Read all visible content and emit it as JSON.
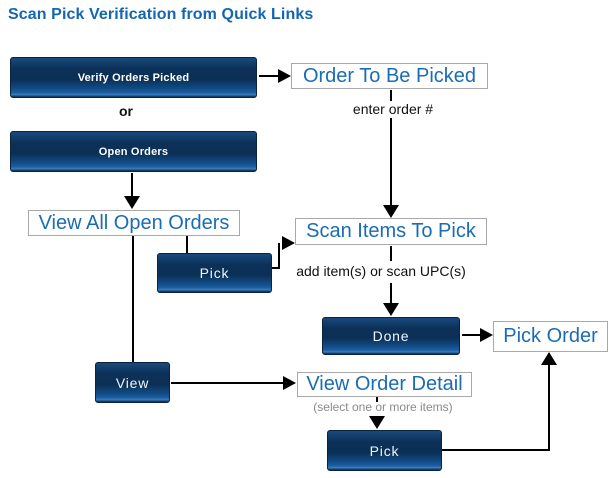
{
  "title": "Scan Pick Verification from Quick Links",
  "colors": {
    "title_blue": "#1566b1",
    "screen_text_blue": "#1a6cb5",
    "button_dark": "#0b2f55",
    "button_light": "#3c7cbd",
    "connector_black": "#000000",
    "note_gray": "#8a8a8a"
  },
  "nodes": {
    "verify_orders_picked": "Verify Orders Picked",
    "open_orders": "Open Orders",
    "pick_mid": "Pick",
    "done": "Done",
    "view": "View",
    "pick_bottom": "Pick",
    "order_to_be_picked": "Order To Be Picked",
    "view_all_open_orders": "View All Open Orders",
    "scan_items_to_pick": "Scan Items To Pick",
    "pick_order": "Pick Order",
    "view_order_detail": "View Order Detail"
  },
  "labels": {
    "or": "or",
    "enter_order": "enter order #",
    "add_items": "add item(s) or scan UPC(s)",
    "select_items": "(select one or more items)"
  }
}
